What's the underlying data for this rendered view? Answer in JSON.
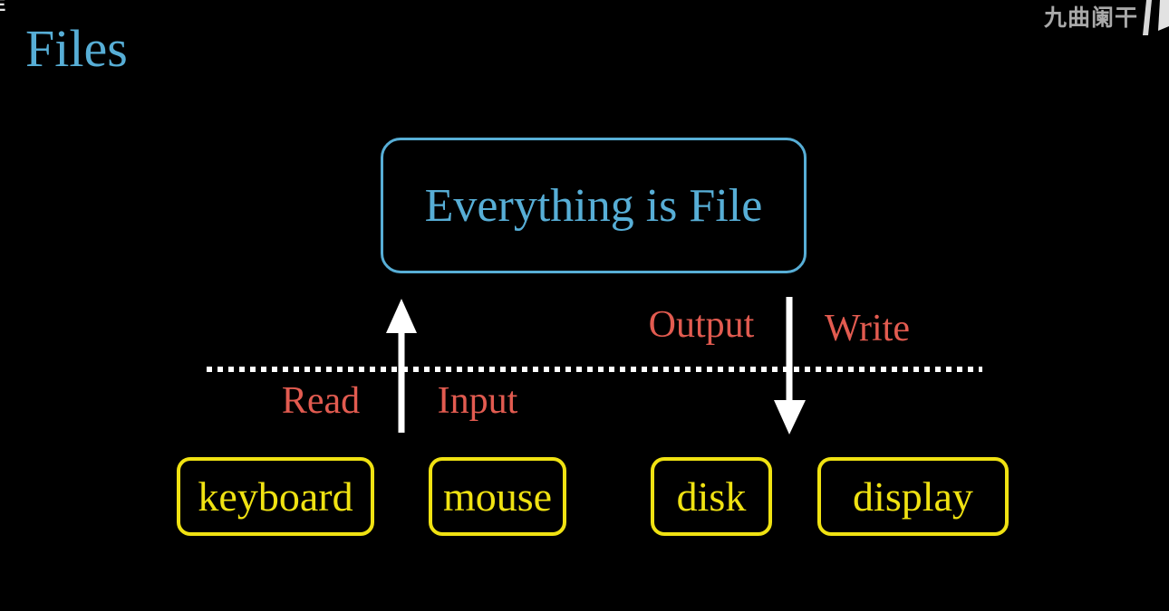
{
  "colors": {
    "bg": "#000000",
    "blue": "#57aed6",
    "red": "#e25b50",
    "yellow": "#f0e212",
    "white": "#ffffff",
    "watermark": "#a9a9a9"
  },
  "header": {
    "title": "Files",
    "watermark": "九曲阑干",
    "corner_artifact": "E"
  },
  "main_box": {
    "label": "Everything is File"
  },
  "flow_labels": {
    "read": "Read",
    "input": "Input",
    "output": "Output",
    "write": "Write"
  },
  "devices": [
    {
      "label": "keyboard"
    },
    {
      "label": "mouse"
    },
    {
      "label": "disk"
    },
    {
      "label": "display"
    }
  ]
}
